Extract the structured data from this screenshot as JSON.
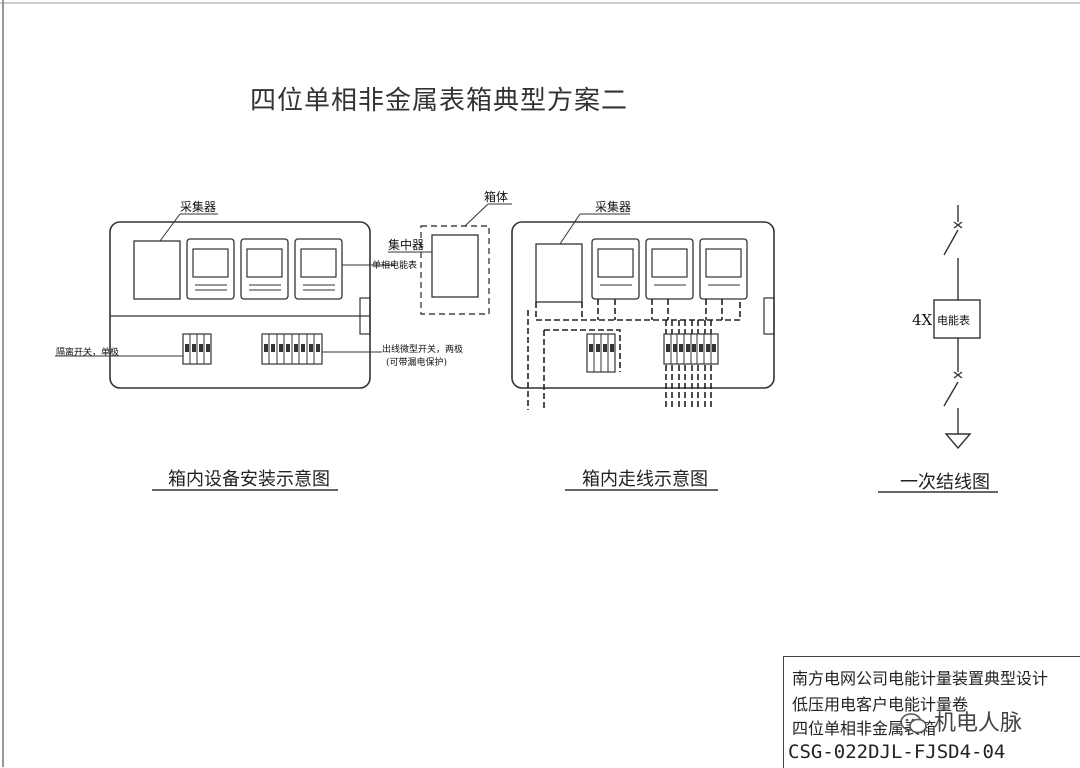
{
  "title": "四位单相非金属表箱典型方案二",
  "diagram_install": {
    "caption": "箱内设备安装示意图",
    "collector_label": "采集器",
    "concentrator_label": "集中器",
    "meter_label": "单相电能表",
    "isolation_switch_label": "隔离开关，单极",
    "outgoing_switch_label": "出线微型开关，两极",
    "outgoing_switch_note": "(可带漏电保护)"
  },
  "enclosure": {
    "label": "箱体"
  },
  "diagram_wiring": {
    "caption": "箱内走线示意图",
    "collector_label": "采集器"
  },
  "diagram_primary": {
    "caption": "一次结线图",
    "multiplier": "4X",
    "meter_box_label": "电能表"
  },
  "title_block": {
    "line1": "南方电网公司电能计量装置典型设计",
    "line2": "低压用电客户电能计量卷",
    "line3": "四位单相非金属表箱",
    "code": "CSG-022DJL-FJSD4-04"
  },
  "watermark": "机电人脉"
}
